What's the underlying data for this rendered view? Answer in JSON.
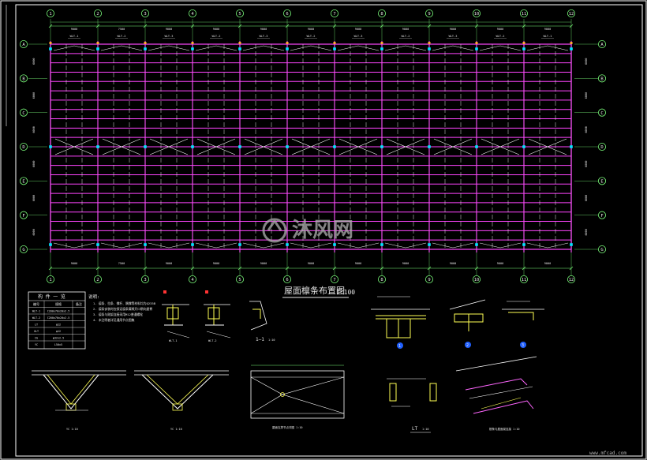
{
  "drawing": {
    "plan_title": "屋面檩条布置图",
    "plan_scale": "1:100",
    "axis_labels_top": [
      "1",
      "2",
      "3",
      "4",
      "5",
      "6",
      "7",
      "8",
      "9",
      "10",
      "11",
      "12"
    ],
    "axis_labels_side": [
      "A",
      "B",
      "C",
      "D",
      "E",
      "F",
      "G"
    ],
    "bay_dims": [
      "9000",
      "7500",
      "9000",
      "9000",
      "9000",
      "9000",
      "9000",
      "9000",
      "9000",
      "9000",
      "9000"
    ],
    "purlin_tags": [
      "WLT-1",
      "WLT-2",
      "WLT-3",
      "WLT-2",
      "WLT-3",
      "WLT-2",
      "WLT-3",
      "WLT-2",
      "WLT-3",
      "WLT-2",
      "WLT-1"
    ],
    "table": {
      "title": "构 件 一 览",
      "headers": [
        "编号",
        "规格",
        "备注"
      ],
      "rows": [
        [
          "WLT-1",
          "C200x70x20x2.5",
          ""
        ],
        [
          "WLT-2",
          "C200x70x20x2.5",
          ""
        ],
        [
          "LT",
          "φ12",
          ""
        ],
        [
          "XLT",
          "φ12",
          ""
        ],
        [
          "CG",
          "φ32x2.5",
          ""
        ],
        [
          "YC",
          "L50x5",
          ""
        ]
      ]
    },
    "notes": {
      "heading": "说明:",
      "lines": [
        "1. 檩条、拉条、撑杆、隅撑等材料均为Q235B",
        "2. 檩条安装时应保证檩条翼缘开口朝向屋脊",
        "3. 檩条与刚架连接采用M12普通螺栓",
        "4. 未注明者详见通用节点图集"
      ]
    },
    "detail_labels": {
      "sec_1": "1—1",
      "sec_scale": "1:10",
      "lt": "LT",
      "lt_scale": "1:10",
      "node1": "1",
      "node2": "2",
      "node3": "3"
    },
    "watermark": {
      "text": "沐风网",
      "url": "www.mfcad.com"
    }
  },
  "colors": {
    "background": "#000000",
    "frame": "#ffffff",
    "axis_circle": "#7cff7c",
    "purlin": "#ff44ff",
    "tie_rod": "#ffffff",
    "bracing": "#ff66ff",
    "marker": "#00e5ff",
    "detail": "#ffff55",
    "dimension": "#7cff7c",
    "watermark": "#b0b0b0"
  }
}
